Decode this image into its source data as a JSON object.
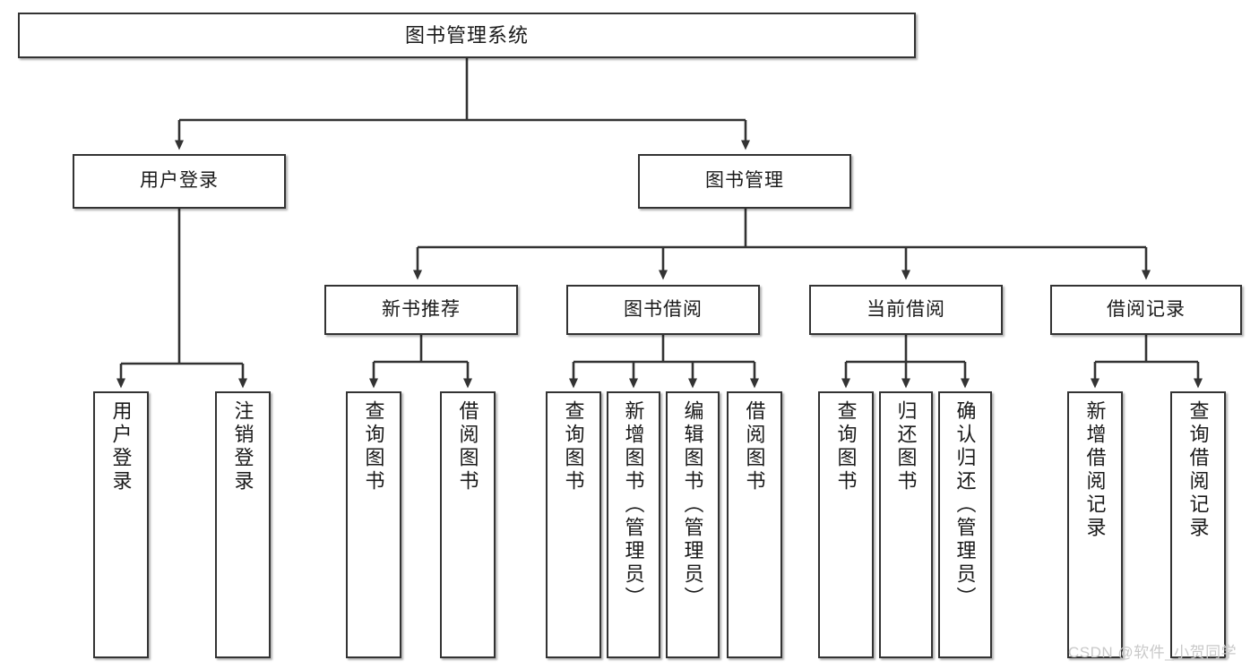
{
  "diagram": {
    "type": "tree",
    "title": "图书管理系统",
    "watermark": "CSDN @软件_小贺同学",
    "colors": {
      "box_border": "#333333",
      "box_fill": "#ffffff",
      "connector": "#333333",
      "text": "#1a1a1a",
      "watermark": "#c9c9c9",
      "background": "#ffffff"
    },
    "nodes": {
      "root": {
        "label": "图书管理系统"
      },
      "tier1": [
        {
          "label": "用户登录"
        },
        {
          "label": "图书管理"
        }
      ],
      "tier2": [
        {
          "label": "新书推荐"
        },
        {
          "label": "图书借阅"
        },
        {
          "label": "当前借阅"
        },
        {
          "label": "借阅记录"
        }
      ],
      "leaves": {
        "user_login": [
          {
            "label": "用户登录"
          },
          {
            "label": "注销登录"
          }
        ],
        "new_book": [
          {
            "label": "查询图书"
          },
          {
            "label": "借阅图书"
          }
        ],
        "book_borrow": [
          {
            "label": "查询图书"
          },
          {
            "label": "新增图书（管理员）"
          },
          {
            "label": "编辑图书（管理员）"
          },
          {
            "label": "借阅图书"
          }
        ],
        "current_borrow": [
          {
            "label": "查询图书"
          },
          {
            "label": "归还图书"
          },
          {
            "label": "确认归还（管理员）"
          }
        ],
        "borrow_record": [
          {
            "label": "新增借阅记录"
          },
          {
            "label": "查询借阅记录"
          }
        ]
      }
    }
  }
}
